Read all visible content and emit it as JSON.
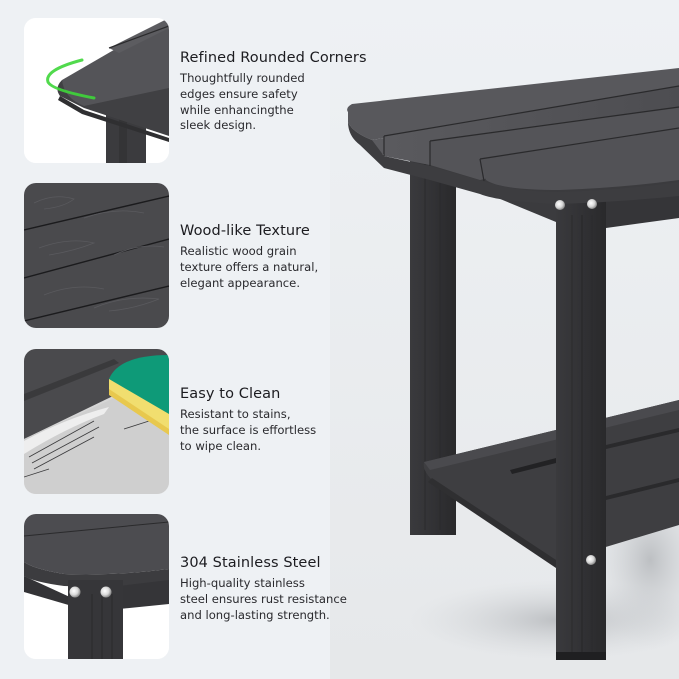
{
  "page": {
    "background_color": "#eef1f4",
    "product_color": "#4a4a4d"
  },
  "features": [
    {
      "title": "Refined Rounded Corners",
      "description": "Thoughtfully rounded\nedges ensure safety\nwhile enhancingthe\nsleek design.",
      "image": "rounded-corner-closeup",
      "accent_color": "#3ed63a"
    },
    {
      "title": "Wood-like Texture",
      "description": "Realistic wood grain\ntexture offers a natural,\nelegant appearance.",
      "image": "wood-grain-closeup"
    },
    {
      "title": "Easy to Clean",
      "description": "Resistant to stains,\nthe surface is effortless\nto wipe clean.",
      "image": "sponge-cleaning-closeup",
      "accent_color": "#0e9a78"
    },
    {
      "title": "304 Stainless Steel",
      "description": "High-quality stainless\nsteel ensures rust resistance\nand long-lasting strength.",
      "image": "stainless-steel-bolts-closeup"
    }
  ],
  "hero": {
    "image": "two-tier-side-table"
  }
}
